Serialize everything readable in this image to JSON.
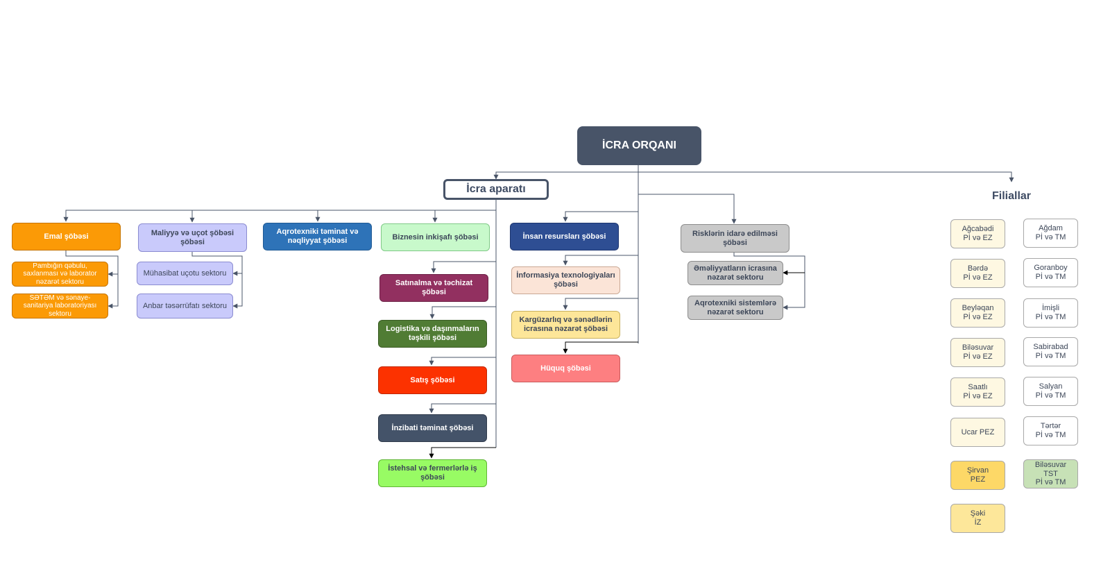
{
  "diagram": {
    "root": {
      "label": "İCRA ORQANI",
      "color": "#485468"
    },
    "apparatus": {
      "label": "İcra aparatı",
      "border": "#485468"
    },
    "branches_title": "Filiallar",
    "top_departments": [
      {
        "label": "Emal şöbəsi",
        "color": "#fb9a06"
      },
      {
        "label": "Maliyyə və uçot şöbəsi şöbəsi",
        "color": "#c9cafb"
      },
      {
        "label": "Aqrotexniki təminat və nəqliyyat şöbəsi",
        "color": "#2e73b8"
      },
      {
        "label": "Biznesin inkişafı şöbəsi",
        "color": "#c8f9cb"
      },
      {
        "label": "İnsan resursları şöbəsi",
        "color": "#2e4e93"
      },
      {
        "label": "Risklərin idarə edilməsi şöbəsi",
        "color": "#c9c9c9"
      }
    ],
    "emal_sectors": [
      {
        "label": "Pambığın qəbulu, saxlanması  və laborator nəzarət sektoru"
      },
      {
        "label": "SƏTƏM və sənaye-sanitariya laboratoriyası sektoru"
      }
    ],
    "finance_sectors": [
      {
        "label": "Mühasibat uçotu sektoru"
      },
      {
        "label": "Anbar təsərrüfatı sektoru"
      }
    ],
    "business_departments": [
      {
        "label": "Satınalma və təchizat şöbəsi",
        "color": "#923060"
      },
      {
        "label": "Logistika və daşınmaların təşkili şöbəsi",
        "color": "#507c34"
      },
      {
        "label": "Satış şöbəsi",
        "color": "#fc3200"
      },
      {
        "label": "İnzibati təminat şöbəsi",
        "color": "#445369"
      },
      {
        "label": "İstehsal və fermerlərlə iş şöbəsi",
        "color": "#98fb64"
      }
    ],
    "hr_departments": [
      {
        "label": "İnformasiya texnologiyaları şöbəsi",
        "color": "#fbe4d7"
      },
      {
        "label": "Kargüzarlıq və sənədlərin icrasına nəzarət şöbəsi",
        "color": "#fde699"
      },
      {
        "label": "Hüquq şöbəsi",
        "color": "#fd7f81"
      }
    ],
    "risk_sectors": [
      {
        "label": "Əməliyyatların icrasına nəzarət sektoru"
      },
      {
        "label": "Aqrotexniki  sistemlərə nəzarət sektoru"
      }
    ],
    "branches_left": [
      {
        "line1": "Ağcabədi",
        "line2": "Pİ və EZ",
        "color": "#fef8e2"
      },
      {
        "line1": "Bərdə",
        "line2": "Pİ və EZ",
        "color": "#fef8e2"
      },
      {
        "line1": "Beyləqan",
        "line2": "Pİ və EZ",
        "color": "#fef8e2"
      },
      {
        "line1": "Biləsuvar",
        "line2": "Pİ və EZ",
        "color": "#fef8e2"
      },
      {
        "line1": "Saatlı",
        "line2": "Pİ və EZ",
        "color": "#fef8e2"
      },
      {
        "line1": "Ucar PEZ",
        "line2": "",
        "color": "#fef8e2"
      },
      {
        "line1": "Şirvan",
        "line2": "PEZ",
        "color": "#fdd867"
      },
      {
        "line1": "Şəki",
        "line2": "İZ",
        "color": "#fde79a"
      }
    ],
    "branches_right": [
      {
        "line1": "Ağdam",
        "line2": "Pİ və TM",
        "color": "#ffffff"
      },
      {
        "line1": "Goranboy",
        "line2": "Pİ və TM",
        "color": "#ffffff"
      },
      {
        "line1": "İmişli",
        "line2": "Pİ və TM",
        "color": "#ffffff"
      },
      {
        "line1": "Sabirabad",
        "line2": "Pİ və TM",
        "color": "#ffffff"
      },
      {
        "line1": "Salyan",
        "line2": "Pİ və TM",
        "color": "#ffffff"
      },
      {
        "line1": "Tərtər",
        "line2": "Pİ və TM",
        "color": "#ffffff"
      },
      {
        "line1": "Biləsuvar",
        "line2": "TST",
        "line3": "Pİ və TM",
        "color": "#c7e1b6"
      }
    ]
  }
}
